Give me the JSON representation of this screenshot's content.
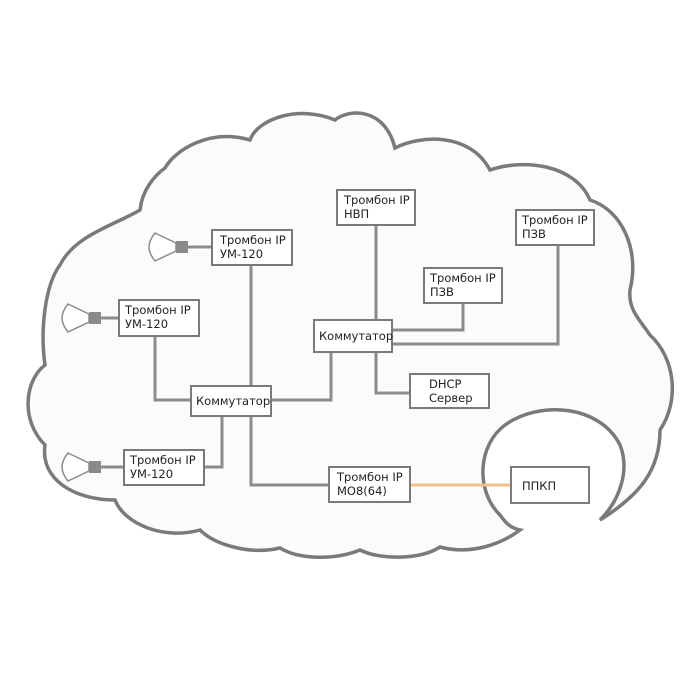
{
  "colors": {
    "outline": "#7a7a7a",
    "wire": "#8c8c8c",
    "special_link": "#f0c08e"
  },
  "nodes": {
    "nvp": [
      "Тромбон IP",
      "НВП"
    ],
    "pzv1": [
      "Тромбон IP",
      "ПЗВ"
    ],
    "pzv2": [
      "Тромбон IP",
      "ПЗВ"
    ],
    "um1": [
      "Тромбон IP",
      "УМ-120"
    ],
    "um2": [
      "Тромбон IP",
      "УМ-120"
    ],
    "um3": [
      "Тромбон IP",
      "УМ-120"
    ],
    "switch_main": [
      "Коммутатор"
    ],
    "switch_sub": [
      "Коммутатор"
    ],
    "dhcp": [
      "DHCP",
      "Сервер"
    ],
    "mo8": [
      "Тромбон IP",
      "МО8(64)"
    ],
    "ppkp": [
      "ППКП"
    ]
  },
  "icons": {
    "cloud": "cloud-shape",
    "speaker": "loudspeaker-icon"
  }
}
